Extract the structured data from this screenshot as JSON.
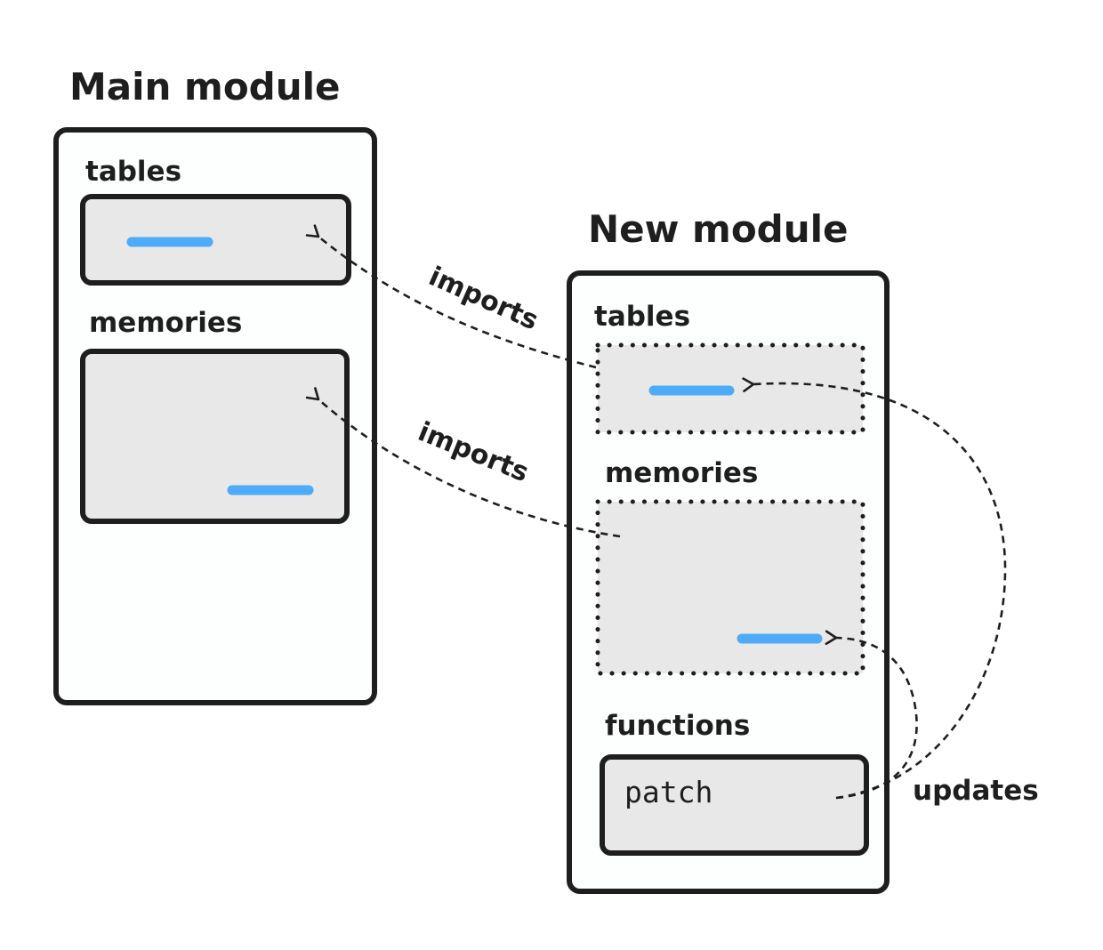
{
  "main_module": {
    "title": "Main module",
    "tables_label": "tables",
    "memories_label": "memories"
  },
  "new_module": {
    "title": "New module",
    "tables_label": "tables",
    "memories_label": "memories",
    "functions_label": "functions",
    "function_name": "patch"
  },
  "edges": {
    "tables_import_label": "imports",
    "memories_import_label": "imports",
    "updates_label": "updates"
  },
  "colors": {
    "entry": "#4dabf7",
    "box_fill": "#e8e8e8",
    "stroke": "#1e1e1e"
  }
}
